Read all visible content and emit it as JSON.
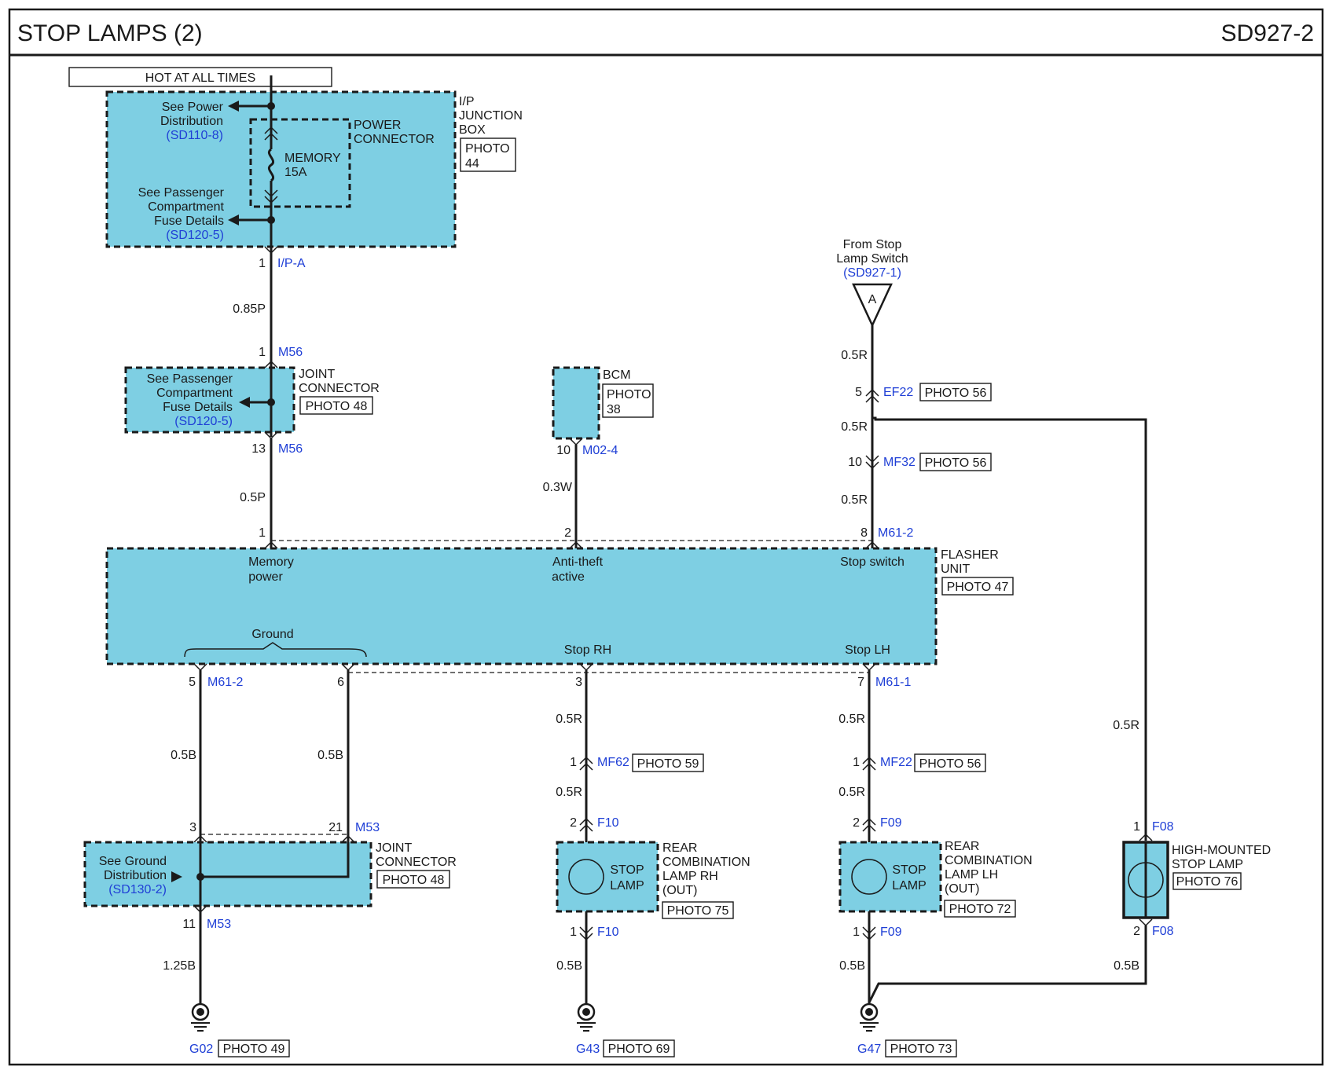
{
  "header": {
    "title": "STOP LAMPS (2)",
    "code": "SD927-2"
  },
  "hot_label": "HOT AT ALL TIMES",
  "junction_box": {
    "name": [
      "I/P",
      "JUNCTION",
      "BOX"
    ],
    "photo": [
      "PHOTO",
      "44"
    ],
    "power_connector": [
      "POWER",
      "CONNECTOR"
    ],
    "fuse": [
      "MEMORY",
      "15A"
    ],
    "see_power": [
      "See Power",
      "Distribution"
    ],
    "see_power_ref": "(SD110-8)",
    "see_fuse": [
      "See Passenger",
      "Compartment",
      "Fuse Details"
    ],
    "see_fuse_ref": "(SD120-5)"
  },
  "pins": {
    "ipa_pin": "1",
    "ipa": "I/P-A",
    "m56_top_pin": "1",
    "m56": "M56",
    "m56_bottom_pin": "13",
    "m024_pin": "10",
    "m024": "M02-4",
    "ef22_pin": "5",
    "ef22": "EF22",
    "mf32_pin": "10",
    "mf32": "MF32",
    "m612_top_pin": "8",
    "m612": "M61-2",
    "flasher_pin_memory": "1",
    "flasher_pin_antitheft": "2",
    "gnd_pin_a": "5",
    "gnd_pin_b": "6",
    "stoprh_pin": "3",
    "stoplh_pin": "7",
    "m611": "M61-1",
    "mf62_pin": "1",
    "mf62": "MF62",
    "f10_top_pin": "2",
    "f10": "F10",
    "f10_bottom_pin": "1",
    "mf22_pin": "1",
    "mf22": "MF22",
    "f09_top_pin": "2",
    "f09": "F09",
    "f09_bottom_pin": "1",
    "m53_pin_a": "3",
    "m53_pin_b": "21",
    "m53": "M53",
    "m53_bottom_pin": "11",
    "f08_top_pin": "1",
    "f08": "F08",
    "f08_bottom_pin": "2"
  },
  "wires": {
    "w085p": "0.85P",
    "w05p": "0.5P",
    "w03w": "0.3W",
    "w05r": "0.5R",
    "w05b": "0.5B",
    "w125b": "1.25B"
  },
  "joint_top": {
    "name": [
      "JOINT",
      "CONNECTOR"
    ],
    "photo": "PHOTO 48",
    "see": [
      "See Passenger",
      "Compartment",
      "Fuse Details"
    ],
    "see_ref": "(SD120-5)"
  },
  "bcm": {
    "name": "BCM",
    "photo": [
      "PHOTO",
      "38"
    ]
  },
  "stop_switch_src": {
    "text": [
      "From Stop",
      "Lamp Switch"
    ],
    "ref": "(SD927-1)",
    "connector": "A"
  },
  "photos": {
    "ef22": "PHOTO 56",
    "mf32": "PHOTO 56",
    "mf62": "PHOTO 59",
    "mf22": "PHOTO 56",
    "g02": "PHOTO 49",
    "g43": "PHOTO 69",
    "g47": "PHOTO 73"
  },
  "flasher": {
    "name": [
      "FLASHER",
      "UNIT"
    ],
    "photo": "PHOTO 47",
    "memory": [
      "Memory",
      "power"
    ],
    "antitheft": [
      "Anti-theft",
      "active"
    ],
    "stopswitch": "Stop switch",
    "ground": "Ground",
    "stoprh": "Stop RH",
    "stoplh": "Stop LH"
  },
  "joint_bottom": {
    "name": [
      "JOINT",
      "CONNECTOR"
    ],
    "photo": "PHOTO 48",
    "see": [
      "See Ground",
      "Distribution"
    ],
    "see_ref": "(SD130-2)"
  },
  "rear_rh": {
    "inner": [
      "STOP",
      "LAMP"
    ],
    "name": [
      "REAR",
      "COMBINATION",
      "LAMP RH",
      "(OUT)"
    ],
    "photo": "PHOTO 75"
  },
  "rear_lh": {
    "inner": [
      "STOP",
      "LAMP"
    ],
    "name": [
      "REAR",
      "COMBINATION",
      "LAMP LH",
      "(OUT)"
    ],
    "photo": "PHOTO 72"
  },
  "high_mount": {
    "name": [
      "HIGH-MOUNTED",
      "STOP LAMP"
    ],
    "photo": "PHOTO 76"
  },
  "grounds": {
    "g02": "G02",
    "g43": "G43",
    "g47": "G47"
  },
  "colors": {
    "component_fill": "#7ecfe3",
    "reference_blue": "#1f3fd6",
    "line": "#1a1a1a"
  }
}
